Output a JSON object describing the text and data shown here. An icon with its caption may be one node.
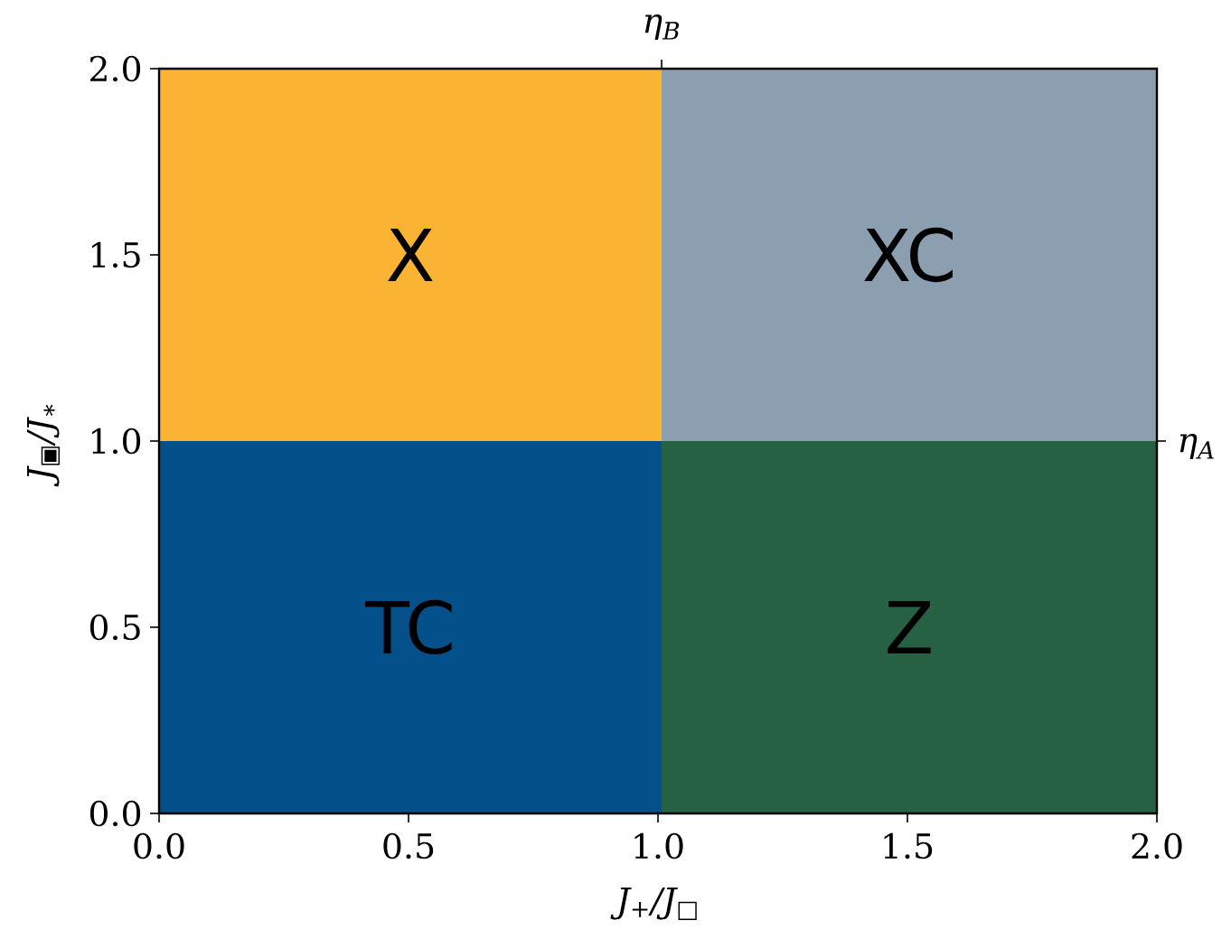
{
  "diagram": {
    "nodes": [
      {
        "text": [
          "X"
        ]
      },
      {
        "text": [
          "XC"
        ]
      },
      {
        "text": [
          "TC"
        ]
      },
      {
        "text": [
          "Z"
        ]
      }
    ],
    "edges": [],
    "labels": [
      "η$_{B}$",
      "J$_{▣}$/J$_{∗}$",
      "2.0",
      "1.5",
      "1.0",
      "η$_{A}$",
      "0.5",
      "0.0",
      "0.0",
      "0.5",
      "1.0",
      "1.5",
      "2.0",
      "J$_{+}$/J$_{□}$"
    ]
  }
}
